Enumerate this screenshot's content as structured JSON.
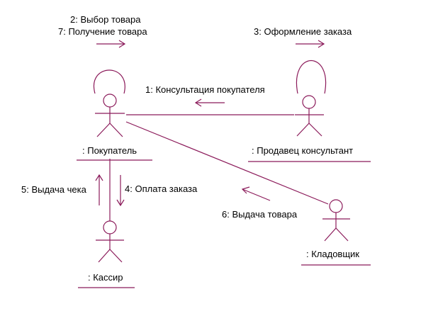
{
  "colors": {
    "line": "#8b1a5a",
    "text": "#000000",
    "background": "#ffffff"
  },
  "actors": {
    "buyer": ": Покупатель",
    "seller": ": Продавец консультант",
    "cashier": ": Кассир",
    "storekeeper": ": Кладовщик"
  },
  "messages": {
    "m1": "1: Консультация покупателя",
    "m2": "2: Выбор товара",
    "m3": "3: Оформление заказа",
    "m4": "4: Оплата заказа",
    "m5": "5: Выдача чека",
    "m6": "6: Выдача товара",
    "m7": "7: Получение товара"
  }
}
